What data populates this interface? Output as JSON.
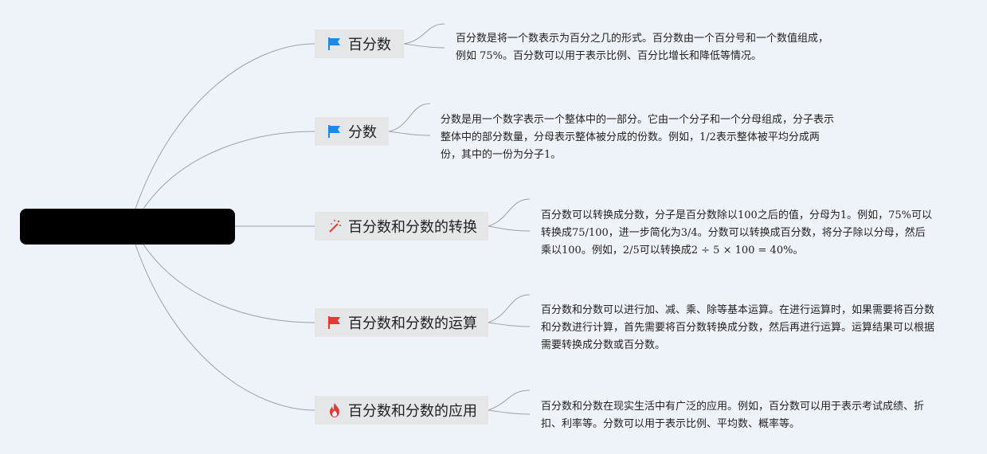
{
  "root": {
    "label": ""
  },
  "topics": [
    {
      "label": "百分数",
      "icon": "blue-flag-icon",
      "note": "百分数是将一个数表示为百分之几的形式。百分数由一个百分号和一个数值组成，例如 75%。百分数可以用于表示比例、百分比增长和降低等情况。"
    },
    {
      "label": "分数",
      "icon": "blue-flag-icon",
      "note": "分数是用一个数字表示一个整体中的一部分。它由一个分子和一个分母组成，分子表示整体中的部分数量，分母表示整体被分成的份数。例如，1/2表示整体被平均分成两份，其中的一份为分子1。"
    },
    {
      "label": "百分数和分数的转换",
      "icon": "magic-wand-icon",
      "note": "百分数可以转换成分数，分子是百分数除以100之后的值，分母为1。例如，75%可以转换成75/100，进一步简化为3/4。分数可以转换成百分数，将分子除以分母，然后乘以100。例如，2/5可以转换成2 ÷ 5 × 100 = 40%。"
    },
    {
      "label": "百分数和分数的运算",
      "icon": "red-flag-icon",
      "note": "百分数和分数可以进行加、减、乘、除等基本运算。在进行运算时，如果需要将百分数和分数进行计算，首先需要将百分数转换成分数，然后再进行运算。运算结果可以根据需要转换成分数或百分数。"
    },
    {
      "label": "百分数和分数的应用",
      "icon": "fire-icon",
      "note": "百分数和分数在现实生活中有广泛的应用。例如，百分数可以用于表示考试成绩、折扣、利率等。分数可以用于表示比例、平均数、概率等。"
    }
  ],
  "colors": {
    "background": "#eef3f9",
    "topic_fill": "#e4e6e8",
    "line": "#9aa1a8",
    "flag_blue": "#1e88e5",
    "flag_red": "#e53935",
    "fire": "#e53935"
  }
}
